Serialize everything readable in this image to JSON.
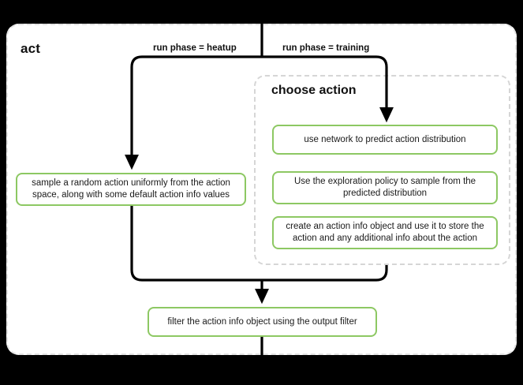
{
  "diagram": {
    "title": "act",
    "type": "flowchart",
    "background_color": "#000000",
    "card_color": "#ffffff",
    "accent_color": "#8dc863",
    "dashed_border_color": "#e3e3e3",
    "line_color": "#000000"
  },
  "groups": {
    "act": {
      "label": "act"
    },
    "choose_action": {
      "label": "choose action"
    }
  },
  "edge_labels": {
    "heatup": "run phase = heatup",
    "training": "run phase = training"
  },
  "nodes": {
    "sample_random_action": "sample a random action uniformly from the action space, along with some default action info values",
    "use_network": "use network to predict action distribution",
    "exploration_policy": "Use the exploration policy to sample from the predicted distribution",
    "create_action_info": "create an action info object and use it to store the action and any additional info about the action",
    "filter_action_info": "filter the action info object using the output filter"
  },
  "chart_data": {
    "type": "diagram",
    "title": "act",
    "nodes": [
      {
        "id": "sample_random_action",
        "label": "sample a random action uniformly from the action space, along with some default action info values",
        "group": "act",
        "style": "green-box"
      },
      {
        "id": "use_network",
        "label": "use network to predict action distribution",
        "group": "choose_action",
        "style": "green-box"
      },
      {
        "id": "exploration_policy",
        "label": "Use the exploration policy to sample from the predicted distribution",
        "group": "choose_action",
        "style": "green-box"
      },
      {
        "id": "create_action_info",
        "label": "create an action info object and use it to store the action and any additional info about the action",
        "group": "choose_action",
        "style": "green-box"
      },
      {
        "id": "filter_action_info",
        "label": "filter the action info object using the output filter",
        "group": "act",
        "style": "green-box"
      }
    ],
    "edges": [
      {
        "from": "entry",
        "to": "sample_random_action",
        "label": "run phase = heatup"
      },
      {
        "from": "entry",
        "to": "use_network",
        "label": "run phase = training"
      },
      {
        "from": "sample_random_action",
        "to": "filter_action_info",
        "label": ""
      },
      {
        "from": "choose_action",
        "to": "filter_action_info",
        "label": ""
      },
      {
        "from": "filter_action_info",
        "to": "exit",
        "label": ""
      }
    ]
  }
}
